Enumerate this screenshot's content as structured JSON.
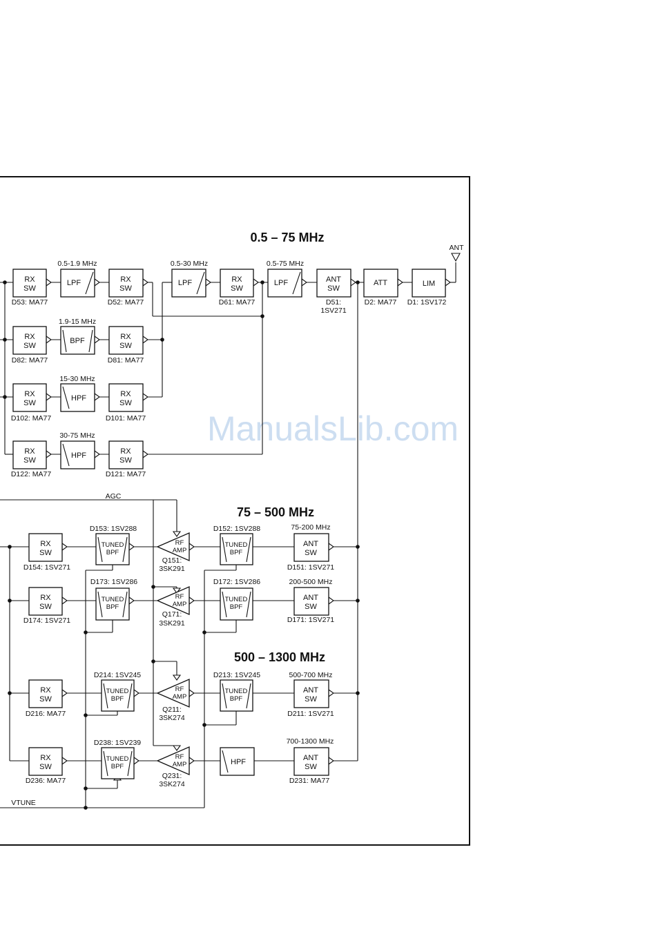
{
  "titles": {
    "band1": "0.5 – 75 MHz",
    "band2": "75 – 500 MHz",
    "band3": "500 – 1300 MHz"
  },
  "watermark": "ManualsLib.com",
  "signals": {
    "ant": "ANT",
    "agc": "AGC",
    "vtune": "VTUNE"
  },
  "blocks": {
    "lim": "LIM",
    "att": "ATT",
    "ant": "ANT",
    "sw": "SW",
    "rx": "RX",
    "lpf": "LPF",
    "bpf": "BPF",
    "hpf": "HPF",
    "tuned": "TUNED",
    "rf": "RF",
    "amp": "AMP"
  },
  "parts": {
    "d1": "D1: 1SV172",
    "d2": "D2: MA77",
    "d51a": "D51:",
    "d51b": "1SV271",
    "d61": "D61: MA77",
    "d52": "D52: MA77",
    "d53": "D53: MA77",
    "d81": "D81: MA77",
    "d82": "D82: MA77",
    "d101": "D101: MA77",
    "d102": "D102: MA77",
    "d121": "D121: MA77",
    "d122": "D122: MA77",
    "d151": "D151: 1SV271",
    "d152": "D152: 1SV288",
    "q151a": "Q151:",
    "q151b": "3SK291",
    "d153": "D153: 1SV288",
    "d154": "D154: 1SV271",
    "d171": "D171: 1SV271",
    "d172": "D172: 1SV286",
    "q171a": "Q171:",
    "q171b": "3SK291",
    "d173": "D173: 1SV286",
    "d174": "D174: 1SV271",
    "d211": "D211: 1SV271",
    "d213": "D213: 1SV245",
    "q211a": "Q211:",
    "q211b": "3SK274",
    "d214": "D214: 1SV245",
    "d216": "D216: MA77",
    "d231": "D231: MA77",
    "q231a": "Q231:",
    "q231b": "3SK274",
    "d238": "D238: 1SV239",
    "d236": "D236: MA77"
  },
  "ranges": {
    "r_05_75": "0.5-75 MHz",
    "r_05_30": "0.5-30 MHz",
    "r_05_19": "0.5-1.9 MHz",
    "r_19_15": "1.9-15 MHz",
    "r_15_30": "15-30 MHz",
    "r_30_75": "30-75 MHz",
    "r_75_200": "75-200 MHz",
    "r_200_500": "200-500 MHz",
    "r_500_700": "500-700 MHz",
    "r_700_1300": "700-1300 MHz"
  }
}
